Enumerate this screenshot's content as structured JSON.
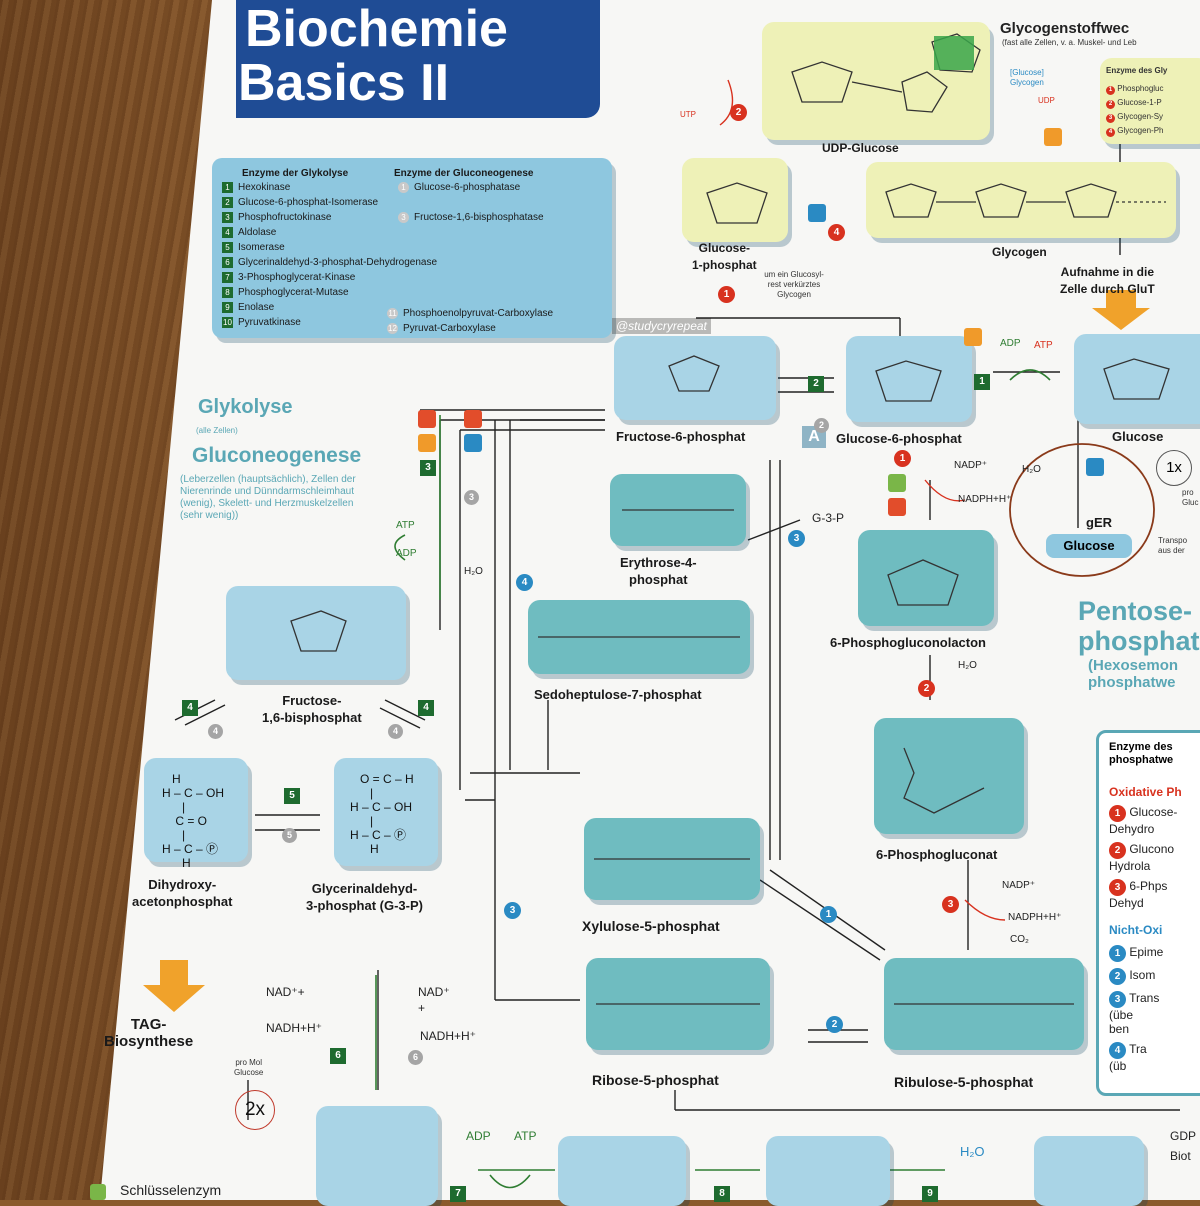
{
  "poster": {
    "title_line1": "Biochemie",
    "title_line2": "Basics II",
    "watermark": "@studycryrepeat",
    "colors": {
      "title_band": "#1f4c95",
      "molecule_box": "#a9d4e6",
      "teal_box": "#6fbcc0",
      "glycogen_box": "#eef1b7",
      "green_flag": "#1e6b2f",
      "red": "#d8321f",
      "blue": "#2a8ac3"
    }
  },
  "legend": {
    "glykolyse_header": "Enzyme der Glykolyse",
    "gluconeogenese_header": "Enzyme der Gluconeogenese",
    "glykolyse_items": [
      {
        "n": "1",
        "name": "Hexokinase"
      },
      {
        "n": "2",
        "name": "Glucose-6-phosphat-Isomerase"
      },
      {
        "n": "3",
        "name": "Phosphofructokinase"
      },
      {
        "n": "4",
        "name": "Aldolase"
      },
      {
        "n": "5",
        "name": "Isomerase"
      },
      {
        "n": "6",
        "name": "Glycerinaldehyd-3-phosphat-Dehydrogenase"
      },
      {
        "n": "7",
        "name": "3-Phosphoglycerat-Kinase"
      },
      {
        "n": "8",
        "name": "Phosphoglycerat-Mutase"
      },
      {
        "n": "9",
        "name": "Enolase"
      },
      {
        "n": "10",
        "name": "Pyruvatkinase"
      }
    ],
    "gluconeogenese_items": [
      {
        "n": "1",
        "name": "Glucose-6-phosphatase"
      },
      {
        "n": "3",
        "name": "Fructose-1,6-bisphosphatase"
      },
      {
        "n": "11",
        "name": "Phosphoenolpyruvat-Carboxylase"
      },
      {
        "n": "12",
        "name": "Pyruvat-Carboxylase"
      }
    ]
  },
  "sections": {
    "glykolyse": "Glykolyse",
    "glykolyse_sub": "(alle Zellen)",
    "gluconeogenese": "Gluconeogenese",
    "gluconeogenese_sub": "(Leberzellen (hauptsächlich), Zellen der Nierenrinde und Dünndarmschleimhaut (wenig), Skelett- und Herzmuskelzellen (sehr wenig))",
    "glycogen_title": "Glycogenstoffwec",
    "glycogen_sub": "(fast alle Zellen, v. a. Muskel- und Leb",
    "pentose_title_1": "Pentose-",
    "pentose_title_2": "phosphat",
    "pentose_sub_1": "(Hexosemon",
    "pentose_sub_2": "phosphatwe"
  },
  "molecules": {
    "udp_glucose": "UDP-Glucose",
    "glucose_1_phosphat": "Glucose-\n1-phosphat",
    "glycogen": "Glycogen",
    "fructose_6_phosphat": "Fructose-6-phosphat",
    "glucose_6_phosphat": "Glucose-6-phosphat",
    "glucose": "Glucose",
    "erythrose_4_phosphat": "Erythrose-4-\nphosphat",
    "sedoheptulose": "Sedoheptulose-7-phosphat",
    "phosphogluconolacton": "6-Phosphogluconolacton",
    "fructose_bis": "Fructose-\n1,6-bisphosphat",
    "dhap": "Dihydroxy-\nacetonphosphat",
    "g3p": "Glycerinaldehyd-\n3-phosphat (G-3-P)",
    "xylulose": "Xylulose-5-phosphat",
    "phosphogluconat": "6-Phosphogluconat",
    "ribose": "Ribose-5-phosphat",
    "ribulose": "Ribulose-5-phosphat",
    "tag": "TAG-\nBiosynthese",
    "ger_glucose": "Glucose"
  },
  "annotations": {
    "aufnahme": "Aufnahme in die\nZelle durch GluT",
    "um_ein": "um ein Glucosyl-\nrest verkürztes\nGlycogen",
    "ger": "gER",
    "g3p_short": "G-3-P",
    "nadp": "NADP⁺",
    "nadph": "NADPH+H⁺",
    "h2o": "H₂O",
    "co2": "CO₂",
    "atp": "ATP",
    "adp": "ADP",
    "udp": "UDP",
    "utp": "UTP",
    "nad_p": "NAD⁺+",
    "nadh": "NADH+H⁺",
    "nad_right": "NAD⁺",
    "plus_p": "+",
    "nadh_right": "NADH+H⁺",
    "pro_mol": "pro Mol\nGlucose",
    "two_x": "2x",
    "one_x": "1x",
    "schluessel": "Schlüsselenzym",
    "gdp": "GDP",
    "bio": "Biot",
    "transpo": "Transpo\naus der",
    "pro_gluc": "pro\nGluc",
    "glucose_glycogen": "[Glucose]\nGlycogen",
    "box_a": "A"
  },
  "pp_table": {
    "title_1": "Enzyme des",
    "title_2": "phosphatwe",
    "oxid": "Oxidative Ph",
    "oxid_items": [
      "Glucose-\nDehydro",
      "Glucono\nHydrola",
      "6-Phps\nDehyd"
    ],
    "nonoxid": "Nicht-Oxi",
    "nonoxid_items": [
      "Epime",
      "Isom",
      "Trans\n(übe\nben",
      "Tra\n(üb"
    ]
  },
  "glycogen_enzymes": {
    "title": "Enzyme des Gly",
    "items": [
      "Phosphogluc",
      "Glucose-1-P",
      "Glycogen-Sy",
      "Glycogen-Ph"
    ]
  }
}
